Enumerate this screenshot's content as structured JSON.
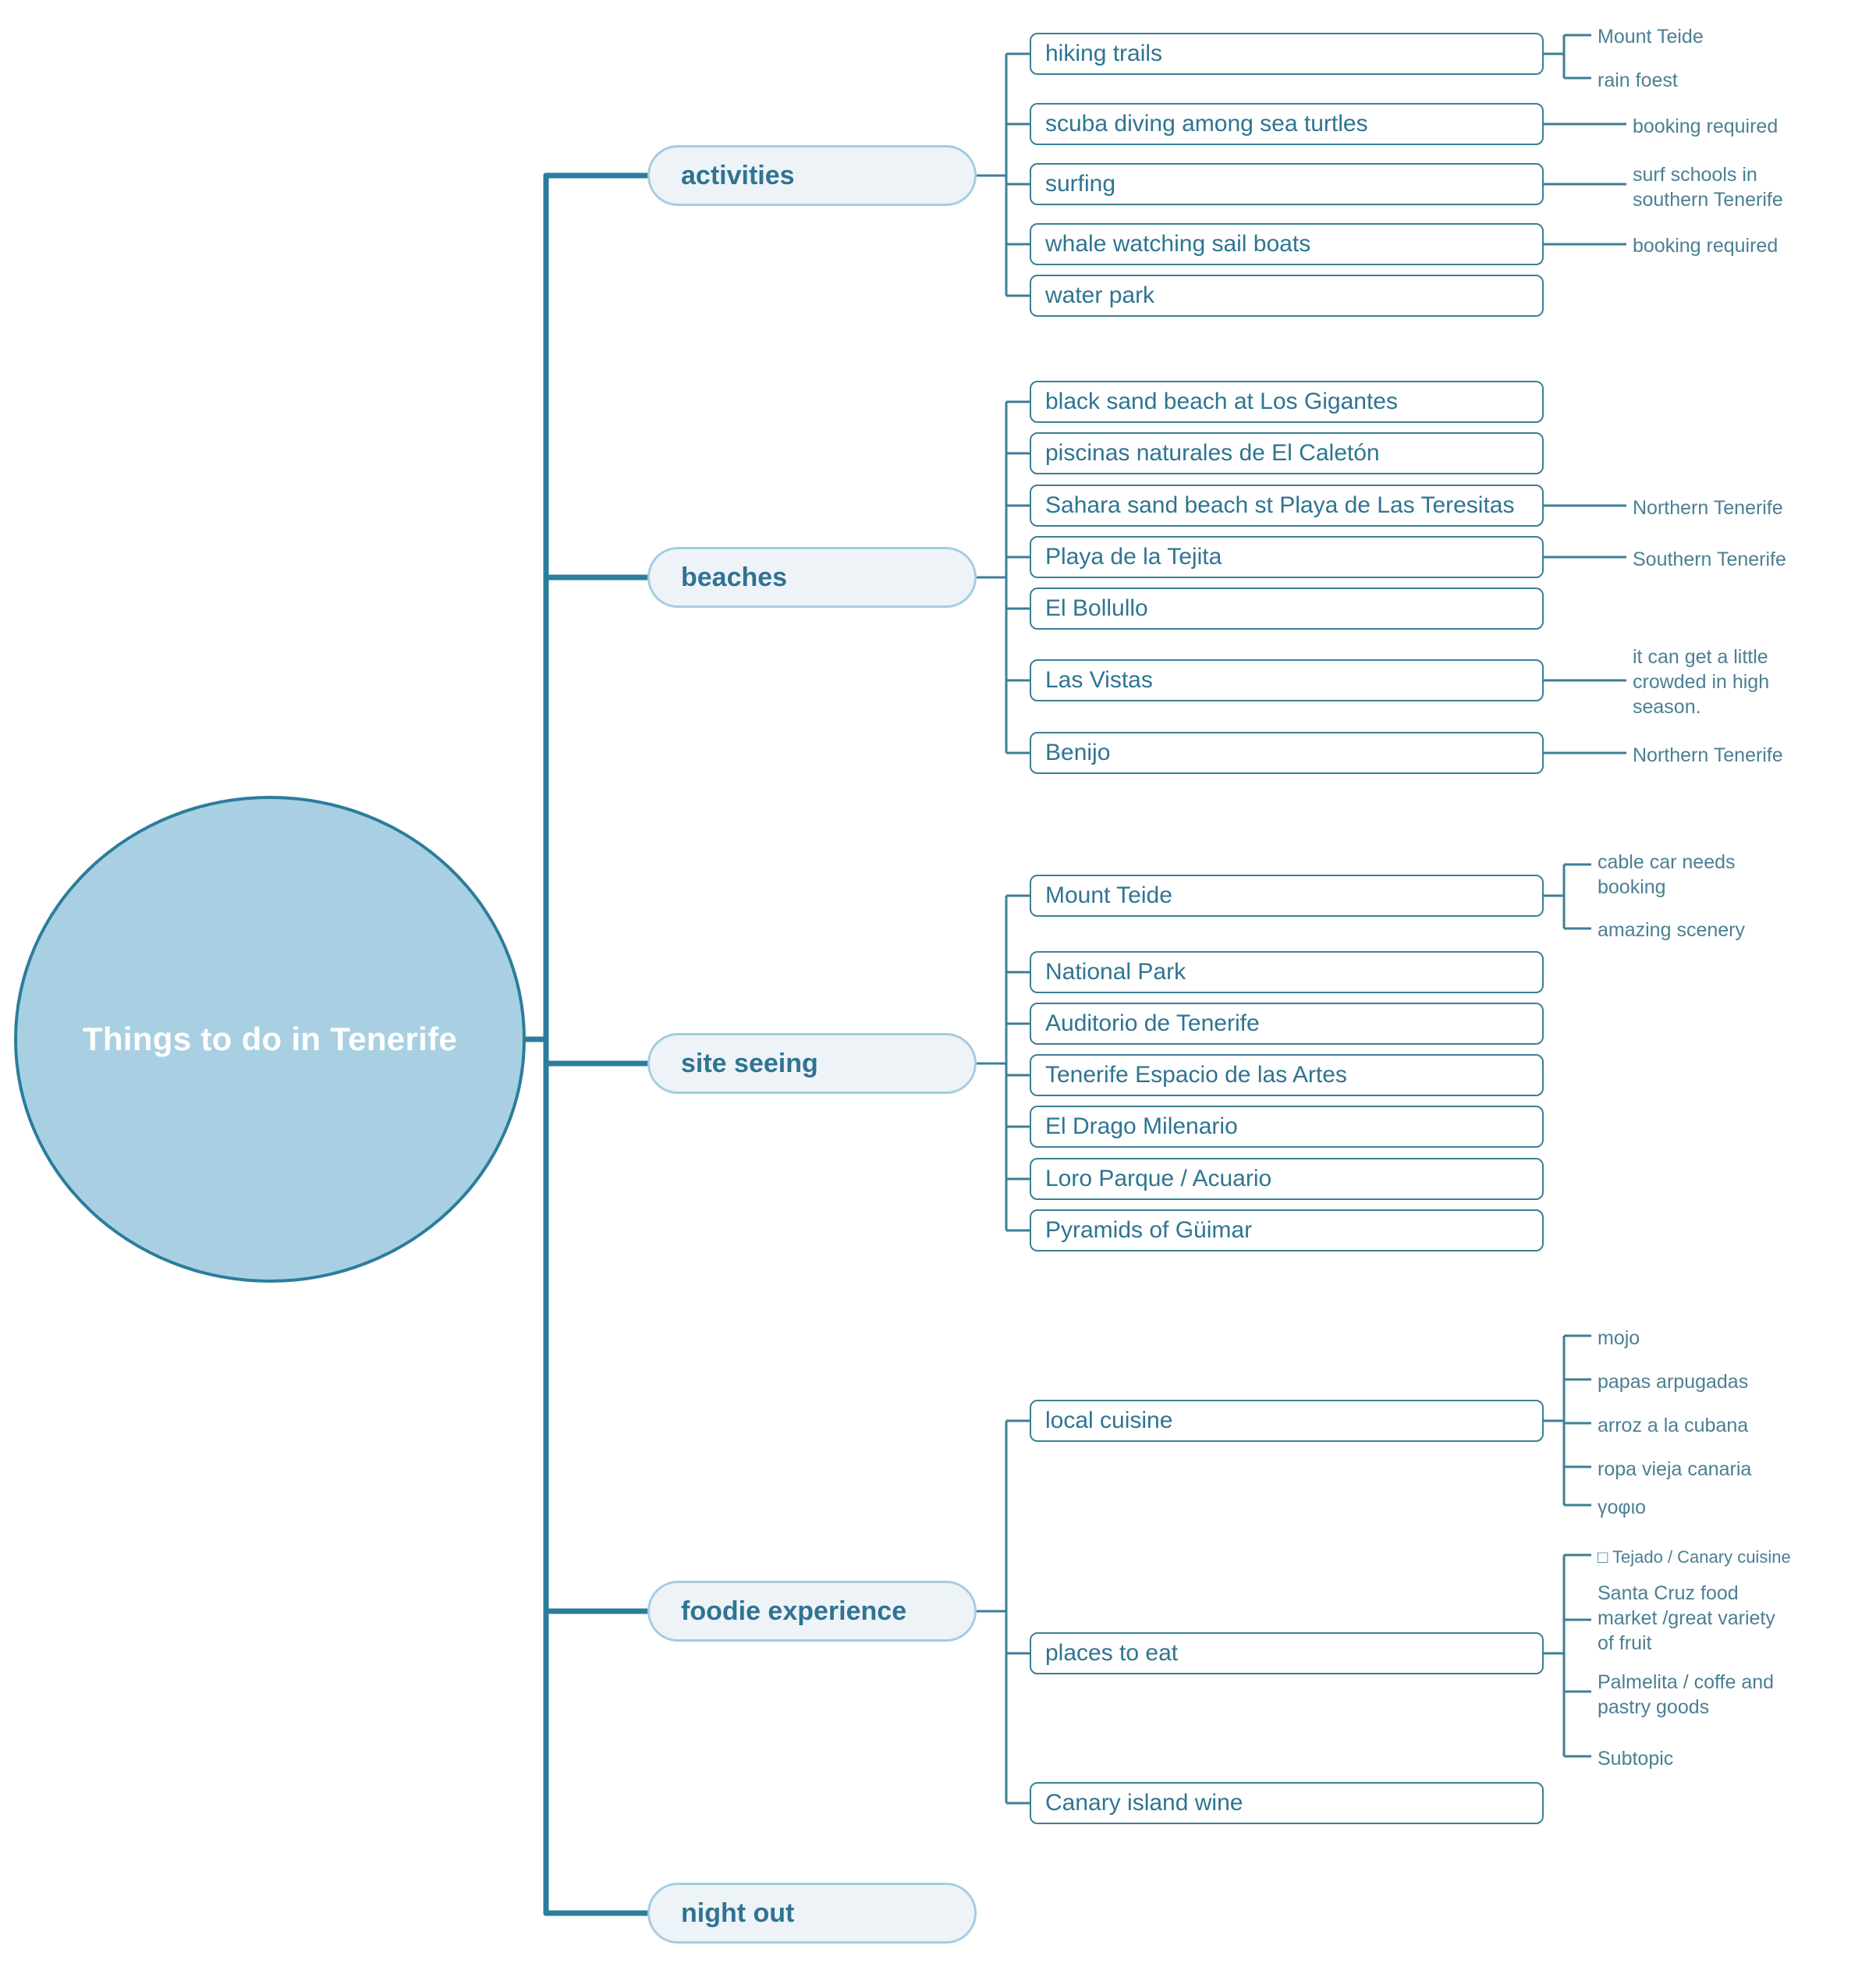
{
  "title": "Things to do in Tenerife",
  "colors": {
    "root_fill": "#a9d0e2",
    "root_border": "#2b7d9b",
    "root_text": "#ffffff",
    "branch_fill": "#eef3f8",
    "branch_border": "#a3cde2",
    "branch_text": "#2f7491",
    "leaf_border": "#3d7f96",
    "leaf_text": "#2f7491",
    "note_text": "#4b7f93",
    "connector": "#3d7f96",
    "trunk": "#2b7d9b",
    "background": "#ffffff"
  },
  "branches": [
    {
      "label": "activities",
      "leaves": [
        {
          "label": "hiking trails",
          "notes": [
            "Mount Teide",
            "rain foest"
          ]
        },
        {
          "label": "scuba diving among sea turtles",
          "notes": [
            "booking required"
          ]
        },
        {
          "label": "surfing",
          "notes": [
            "surf schools in\nsouthern Tenerife"
          ]
        },
        {
          "label": "whale watching sail boats",
          "notes": [
            "booking required"
          ]
        },
        {
          "label": "water park",
          "notes": []
        }
      ]
    },
    {
      "label": "beaches",
      "leaves": [
        {
          "label": "black sand beach at Los Gigantes",
          "notes": []
        },
        {
          "label": "piscinas naturales de El Caletón",
          "notes": []
        },
        {
          "label": "Sahara sand beach st Playa de Las Teresitas",
          "notes": [
            "Northern Tenerife"
          ]
        },
        {
          "label": "Playa de la Tejita",
          "notes": [
            "Southern Tenerife"
          ]
        },
        {
          "label": "El Bollullo",
          "notes": []
        },
        {
          "label": "Las Vistas",
          "notes": [
            "it can get a little\ncrowded in high\nseason."
          ]
        },
        {
          "label": "Benijo",
          "notes": [
            "Northern Tenerife"
          ]
        }
      ]
    },
    {
      "label": "site seeing",
      "leaves": [
        {
          "label": "Mount Teide",
          "notes": [
            "cable car needs\nbooking",
            "amazing scenery"
          ]
        },
        {
          "label": "National Park",
          "notes": []
        },
        {
          "label": "Auditorio de Tenerife",
          "notes": []
        },
        {
          "label": "Tenerife Espacio de las Artes",
          "notes": []
        },
        {
          "label": "El Drago Milenario",
          "notes": []
        },
        {
          "label": "Loro Parque / Acuario",
          "notes": []
        },
        {
          "label": "Pyramids of Güimar",
          "notes": []
        }
      ]
    },
    {
      "label": "foodie experience",
      "leaves": [
        {
          "label": "local cuisine",
          "notes": [
            "mojo",
            "papas arpugadas",
            "arroz a la cubana",
            "ropa vieja canaria",
            "γοφιο"
          ]
        },
        {
          "label": "places to eat",
          "notes": [
            "□ Tejado / Canary cuisine",
            "Santa Cruz food\nmarket /great variety\nof fruit",
            "Palmelita / coffe and\npastry goods",
            "Subtopic"
          ]
        },
        {
          "label": "Canary island wine",
          "notes": []
        }
      ]
    },
    {
      "label": "night out",
      "leaves": []
    }
  ],
  "flat": {
    "root": "Things to do in Tenerife",
    "b0": "activities",
    "b1": "beaches",
    "b2": "site seeing",
    "b3": "foodie experience",
    "b4": "night out",
    "a0": "hiking trails",
    "a1": "scuba diving among sea turtles",
    "a2": "surfing",
    "a3": "whale watching sail boats",
    "a4": "water park",
    "a0n0": "Mount Teide",
    "a0n1": "rain foest",
    "a1n0": "booking required",
    "a2n0": "surf schools in\nsouthern Tenerife",
    "a3n0": "booking required",
    "c0": "black sand beach at Los Gigantes",
    "c1": "piscinas naturales de El Caletón",
    "c2": "Sahara sand beach st Playa de Las Teresitas",
    "c3": "Playa de la Tejita",
    "c4": "El Bollullo",
    "c5": "Las Vistas",
    "c6": "Benijo",
    "c2n0": "Northern Tenerife",
    "c3n0": "Southern Tenerife",
    "c5n0": "it can get a little\ncrowded in high\nseason.",
    "c6n0": "Northern Tenerife",
    "s0": "Mount Teide",
    "s1": "National Park",
    "s2": "Auditorio de Tenerife",
    "s3": "Tenerife Espacio de las Artes",
    "s4": "El Drago Milenario",
    "s5": "Loro Parque / Acuario",
    "s6": "Pyramids of Güimar",
    "s0n0": "cable car needs\nbooking",
    "s0n1": "amazing scenery",
    "f0": "local cuisine",
    "f1": "places to eat",
    "f2": "Canary island wine",
    "f0n0": "mojo",
    "f0n1": "papas arpugadas",
    "f0n2": "arroz a la cubana",
    "f0n3": "ropa vieja canaria",
    "f0n4": "γοφιο",
    "f1n0": "□ Tejado / Canary cuisine",
    "f1n1": "Santa Cruz food\nmarket /great variety\nof fruit",
    "f1n2": "Palmelita / coffe and\npastry goods",
    "f1n3": "Subtopic"
  }
}
